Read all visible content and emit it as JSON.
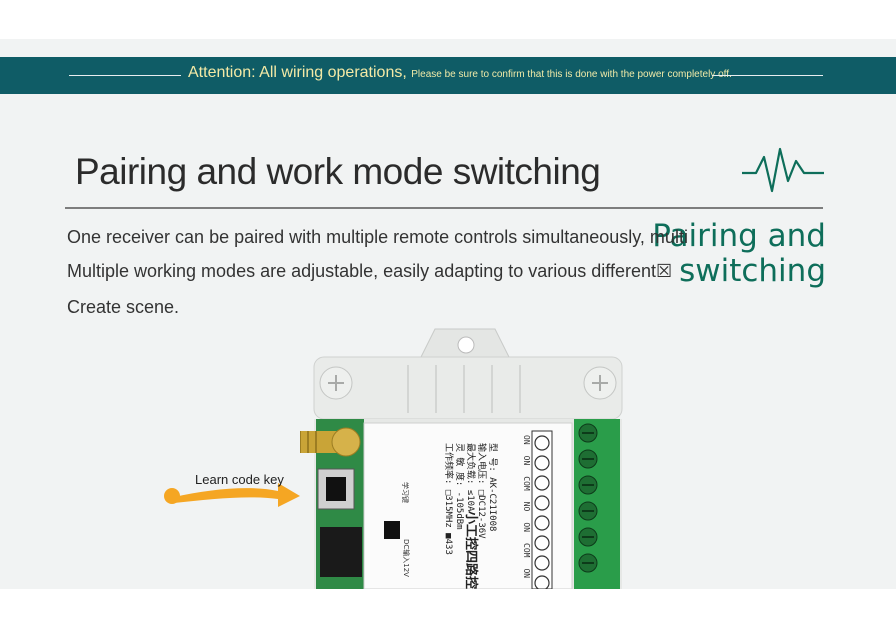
{
  "banner": {
    "main": "Attention: All wiring operations,",
    "small": "Please be sure to confirm that this is done with the power completely off."
  },
  "section": {
    "title": "Pairing and work mode switching",
    "side_title_line1": "Pairing and",
    "side_title_line2": "switching"
  },
  "description": {
    "line1": "One receiver can be paired with multiple remote controls simultaneously, multi",
    "line2": "Multiple working modes are adjustable, easily adapting to various different☒",
    "line3": "Create scene."
  },
  "callout": {
    "label": "Learn code key"
  },
  "device": {
    "brand": "小工控四路控",
    "specs": [
      "型        号: AK-C21I008",
      "输入电压: □DC12-36V",
      "最大负载: ≤10A",
      "灵  敏  度: -105dBm",
      "工作频率: □315MHz  ■433"
    ],
    "learn_label": "学习键",
    "power_label": "DC输入12V",
    "terminal_labels": [
      "ON",
      "ON",
      "COM",
      "NO",
      "ON",
      "COM",
      "ON",
      "ON"
    ]
  },
  "colors": {
    "banner_bg": "#0f5c66",
    "banner_text": "#f3e9a6",
    "accent_green": "#0e6e5a",
    "arrow_orange": "#f5a623",
    "terminal_green": "#2a9d4a"
  }
}
